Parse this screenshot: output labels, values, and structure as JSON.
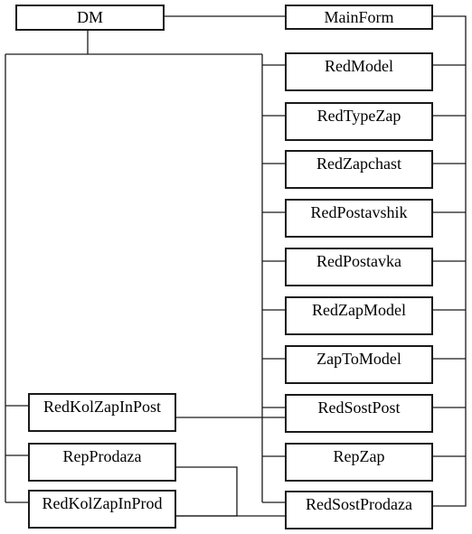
{
  "modules": {
    "dm": "DM",
    "mainform": "MainForm",
    "redmodel": "RedModel",
    "redtypezap": "RedTypeZap",
    "redzapchast": "RedZapchast",
    "redpostavshik": "RedPostavshik",
    "redpostavka": "RedPostavka",
    "redzapmodel": "RedZapModel",
    "zaptomodel": "ZapToModel",
    "redsostpost": "RedSostPost",
    "repzap": "RepZap",
    "redsostprodaza": "RedSostProdaza",
    "redkolzapinpost": "RedKolZapInPost",
    "repprodaza": "RepProdaza",
    "redkolzapinprod": "RedKolZapInProd"
  }
}
